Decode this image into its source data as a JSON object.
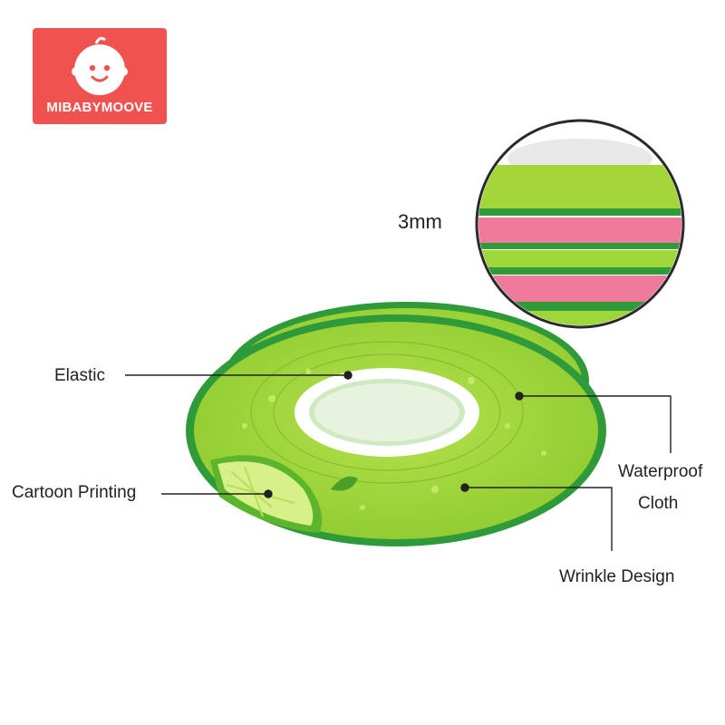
{
  "brand": {
    "name": "MIBABYMOOVE",
    "logo_color": "#f0524f"
  },
  "zoom_inset": {
    "thickness_label": "3mm"
  },
  "callouts": {
    "elastic": "Elastic",
    "cartoon_printing": "Cartoon Printing",
    "waterproof_line1": "Waterproof",
    "waterproof_line2": "Cloth",
    "wrinkle_design": "Wrinkle Design"
  },
  "colors": {
    "cloth_green": "#9fd63a",
    "edge_green": "#2f9a3a",
    "pink_layer": "#f07a9c"
  }
}
